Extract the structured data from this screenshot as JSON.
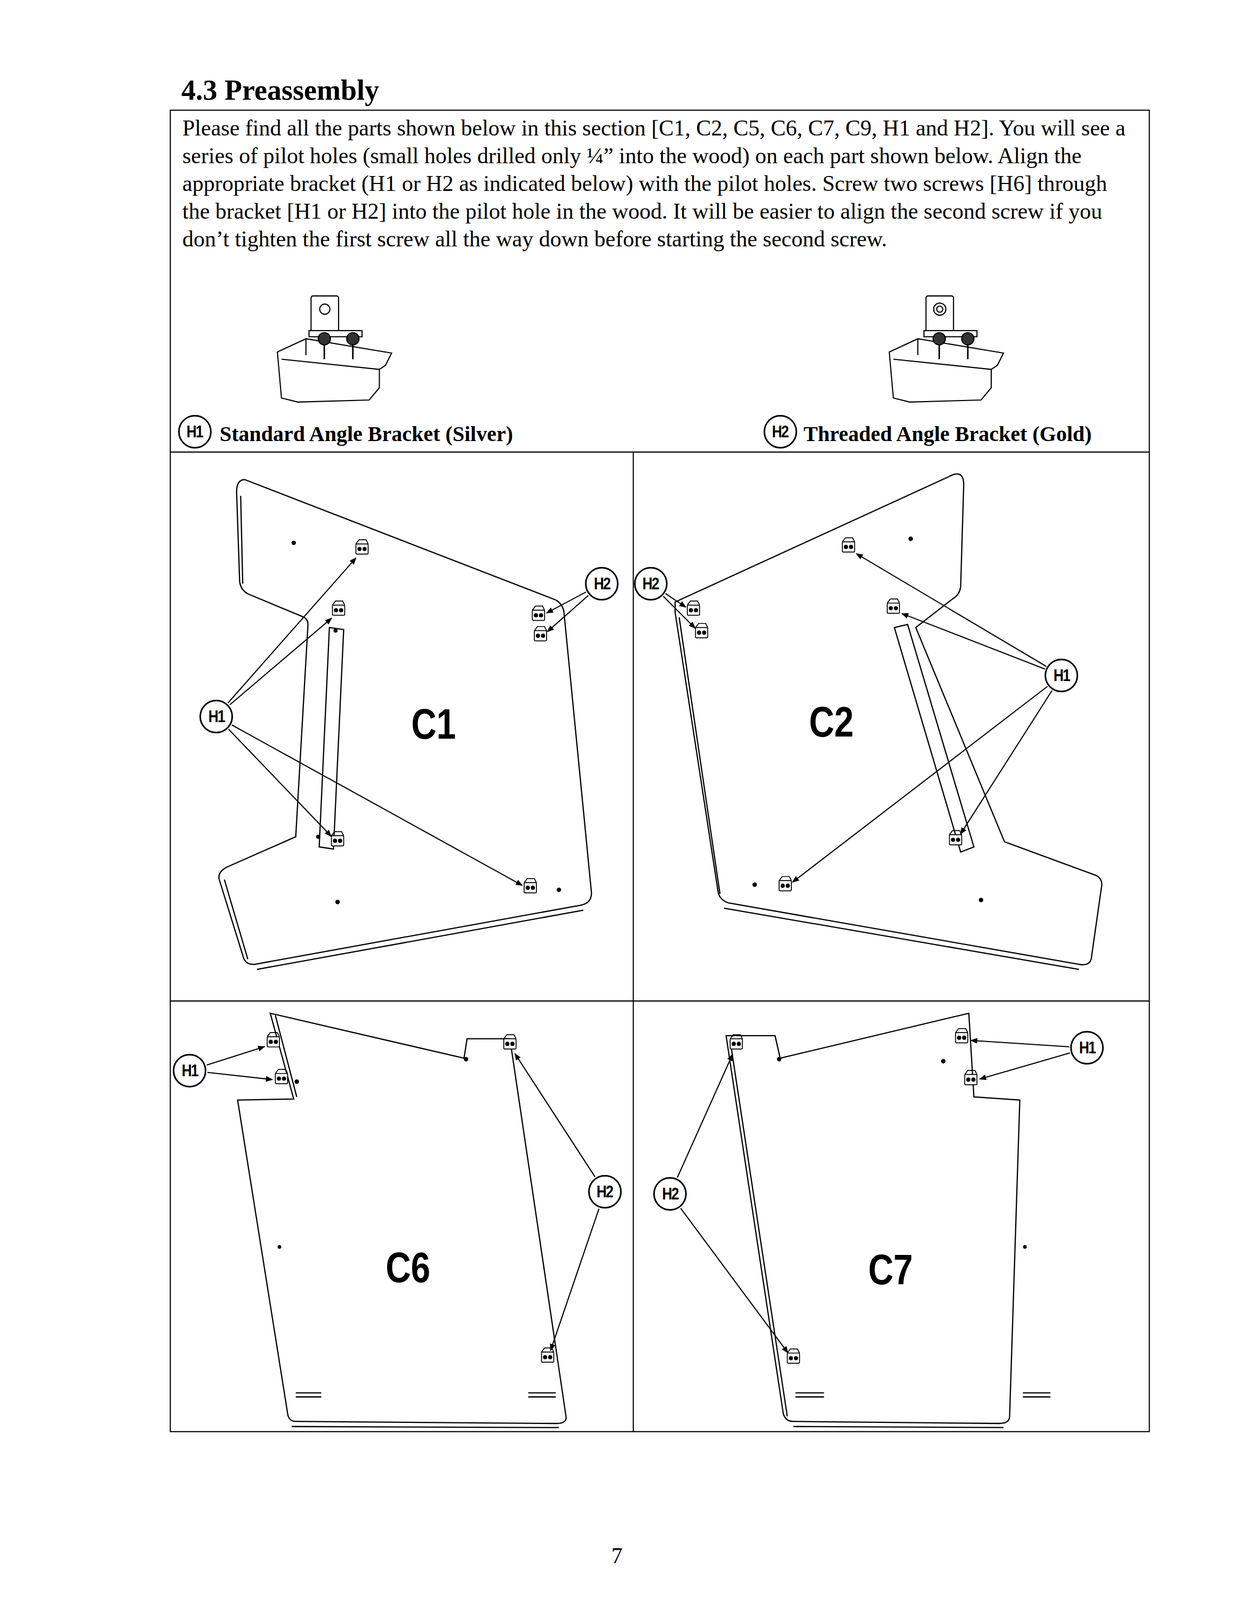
{
  "diagram": {
    "title": "4.3 Preassembly",
    "nodes": [
      {
        "text": [
          "H1"
        ]
      },
      {
        "text": [
          "H2"
        ]
      },
      {
        "text": [
          "H2"
        ]
      },
      {
        "text": [
          "H1"
        ]
      },
      {
        "text": [
          "H2"
        ]
      },
      {
        "text": [
          "H1"
        ]
      },
      {
        "text": [
          "H1"
        ]
      },
      {
        "text": [
          "H2"
        ]
      },
      {
        "text": [
          "H2"
        ]
      },
      {
        "text": [
          "H1"
        ]
      }
    ],
    "labels": [
      "Please find all the parts shown below in this section [C1, C2, C5, C6, C7, C9, H1 and H2]. You will see a series of pilot holes (small holes drilled only ¼” into the wood) on each part shown below. Align the appropriate bracket (H1 or H2 as indicated below) with the pilot holes. Screw two screws [H6] through the bracket [H1 or H2] into the pilot hole in the wood. It will be easier to align the second screw if you don’t tighten the first screw all the way down before starting the second screw.",
      "Standard Angle Bracket (Silver)",
      "Threaded Angle Bracket (Gold)",
      "C1",
      "C2",
      "C6",
      "C7",
      "7"
    ]
  }
}
